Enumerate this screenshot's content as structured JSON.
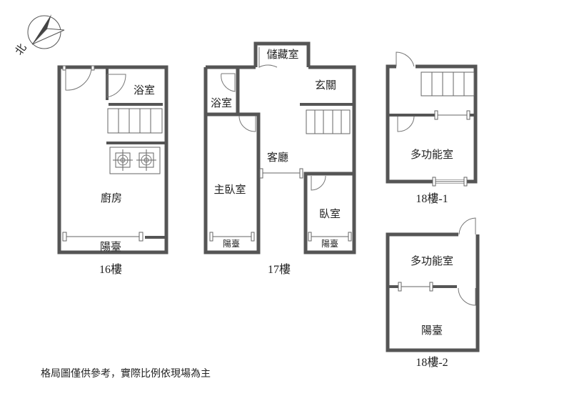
{
  "compass": {
    "north_label": "北"
  },
  "floor16": {
    "title": "16樓",
    "rooms": {
      "bathroom": "浴室",
      "kitchen": "廚房",
      "balcony": "陽臺"
    }
  },
  "floor17": {
    "title": "17樓",
    "rooms": {
      "storage": "儲藏室",
      "bathroom": "浴室",
      "entrance": "玄關",
      "living": "客廳",
      "master_bedroom": "主臥室",
      "bedroom": "臥室",
      "balcony_master": "陽臺",
      "balcony_bedroom": "陽臺"
    }
  },
  "floor18_1": {
    "title": "18樓-1",
    "rooms": {
      "multipurpose": "多功能室"
    }
  },
  "floor18_2": {
    "title": "18樓-2",
    "rooms": {
      "multipurpose": "多功能室",
      "balcony": "陽臺"
    }
  },
  "note": "格局圖僅供參考，實際比例依現場為主"
}
